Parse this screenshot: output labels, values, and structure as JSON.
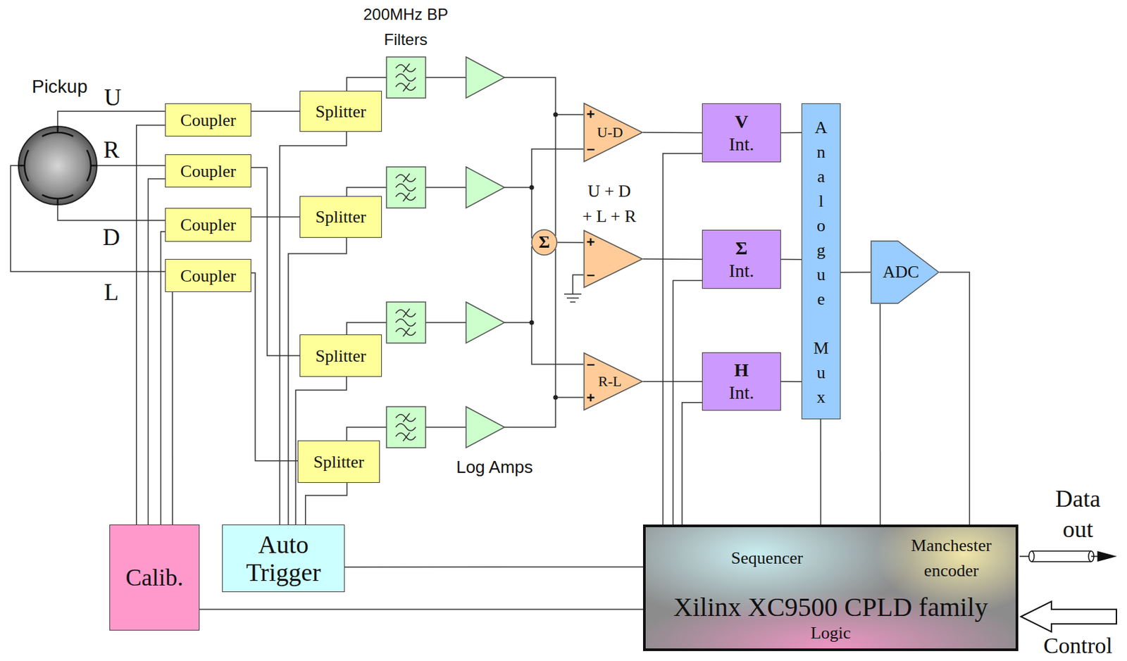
{
  "diagram": {
    "nodes": [
      {
        "text": [
          "Pickup"
        ]
      },
      {
        "text": [
          "Coupler"
        ]
      },
      {
        "text": [
          "Coupler"
        ]
      },
      {
        "text": [
          "Coupler"
        ]
      },
      {
        "text": [
          "Coupler"
        ]
      },
      {
        "text": [
          "Splitter"
        ]
      },
      {
        "text": [
          "Splitter"
        ]
      },
      {
        "text": [
          "Splitter"
        ]
      },
      {
        "text": [
          "Splitter"
        ]
      },
      {
        "text": [
          "+",
          "U-D",
          "–"
        ]
      },
      {
        "text": [
          "Σ"
        ]
      },
      {
        "text": [
          "+",
          "–"
        ]
      },
      {
        "text": [
          "–",
          "R-L",
          "+"
        ]
      },
      {
        "text": [
          "V",
          "Int."
        ]
      },
      {
        "text": [
          "Σ",
          "Int."
        ]
      },
      {
        "text": [
          "H",
          "Int."
        ]
      },
      {
        "text": [
          "Analogue Mux"
        ]
      },
      {
        "text": [
          "ADC"
        ]
      },
      {
        "text": [
          "Calib."
        ]
      },
      {
        "text": [
          "Auto Trigger"
        ]
      },
      {
        "text": [
          "Xilinx XC9500 CPLD family",
          "Logic"
        ]
      },
      {
        "text": [
          "Sequencer"
        ],
        "in": 20
      },
      {
        "text": [
          "Manchester encoder"
        ],
        "in": 20
      }
    ],
    "edges": [
      {
        "from": 0,
        "to": 1,
        "arrow": "none"
      },
      {
        "from": 0,
        "to": 2,
        "arrow": "none"
      },
      {
        "from": 0,
        "to": 3,
        "arrow": "none"
      },
      {
        "from": 0,
        "to": 4,
        "arrow": "none"
      },
      {
        "from": 1,
        "to": 5,
        "arrow": "none"
      },
      {
        "from": 2,
        "to": 7,
        "arrow": "none"
      },
      {
        "from": 3,
        "to": 6,
        "arrow": "none"
      },
      {
        "from": 4,
        "to": 8,
        "arrow": "none"
      },
      {
        "from": 18,
        "to": 1,
        "arrow": "none"
      },
      {
        "from": 18,
        "to": 2,
        "arrow": "none"
      },
      {
        "from": 18,
        "to": 3,
        "arrow": "none"
      },
      {
        "from": 18,
        "to": 4,
        "arrow": "none"
      },
      {
        "from": 5,
        "to": 19,
        "arrow": "none"
      },
      {
        "from": 6,
        "to": 19,
        "arrow": "none"
      },
      {
        "from": 7,
        "to": 19,
        "arrow": "none"
      },
      {
        "from": 8,
        "to": 19,
        "arrow": "none"
      },
      {
        "from": 10,
        "to": 11,
        "arrow": "none"
      },
      {
        "from": 9,
        "to": 13,
        "arrow": "none"
      },
      {
        "from": 11,
        "to": 14,
        "arrow": "none"
      },
      {
        "from": 12,
        "to": 15,
        "arrow": "none"
      },
      {
        "from": 13,
        "to": 16,
        "arrow": "none"
      },
      {
        "from": 14,
        "to": 16,
        "arrow": "none"
      },
      {
        "from": 15,
        "to": 16,
        "arrow": "none"
      },
      {
        "from": 16,
        "to": 17,
        "arrow": "none"
      },
      {
        "from": 20,
        "to": 13,
        "arrow": "none"
      },
      {
        "from": 20,
        "to": 14,
        "arrow": "none"
      },
      {
        "from": 20,
        "to": 15,
        "arrow": "none"
      },
      {
        "from": 16,
        "to": 20,
        "arrow": "none"
      },
      {
        "from": 17,
        "to": 20,
        "arrow": "none"
      },
      {
        "from": 17,
        "to": 20,
        "arrow": "none"
      },
      {
        "from": 19,
        "to": 20,
        "arrow": "none"
      },
      {
        "from": 18,
        "to": 20,
        "arrow": "none"
      }
    ],
    "labels": [
      "U",
      "R",
      "D",
      "L",
      "200MHz BP Filters",
      "U + D + L + R",
      "Log Amps",
      "Data out",
      "Control"
    ]
  }
}
